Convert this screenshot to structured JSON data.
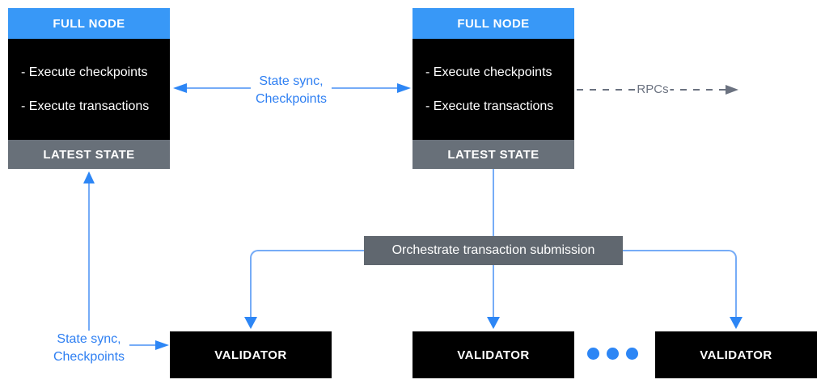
{
  "colors": {
    "header_blue": "#3898F7",
    "line_blue": "#76ACF7",
    "arrow_blue": "#2D86F5",
    "label_blue": "#2E7FF2",
    "box_black": "#000000",
    "box_gray": "#60676F",
    "footer_gray": "#687079",
    "dash_gray": "#6B7280",
    "text_white": "#FFFFFF",
    "background": "#FFFFFF"
  },
  "full_nodes": [
    {
      "title": "FULL NODE",
      "items": [
        "- Execute checkpoints",
        "- Execute transactions"
      ],
      "footer": "LATEST STATE"
    },
    {
      "title": "FULL NODE",
      "items": [
        "- Execute checkpoints",
        "- Execute transactions"
      ],
      "footer": "LATEST STATE"
    }
  ],
  "orchestrator": {
    "label": "Orchestrate transaction submission"
  },
  "validators": [
    {
      "label": "VALIDATOR"
    },
    {
      "label": "VALIDATOR"
    },
    {
      "label": "VALIDATOR"
    }
  ],
  "edge_labels": {
    "center_sync": {
      "line1": "State sync,",
      "line2": "Checkpoints"
    },
    "left_sync": {
      "line1": "State sync,",
      "line2": "Checkpoints"
    },
    "rpcs": "RPCs"
  }
}
